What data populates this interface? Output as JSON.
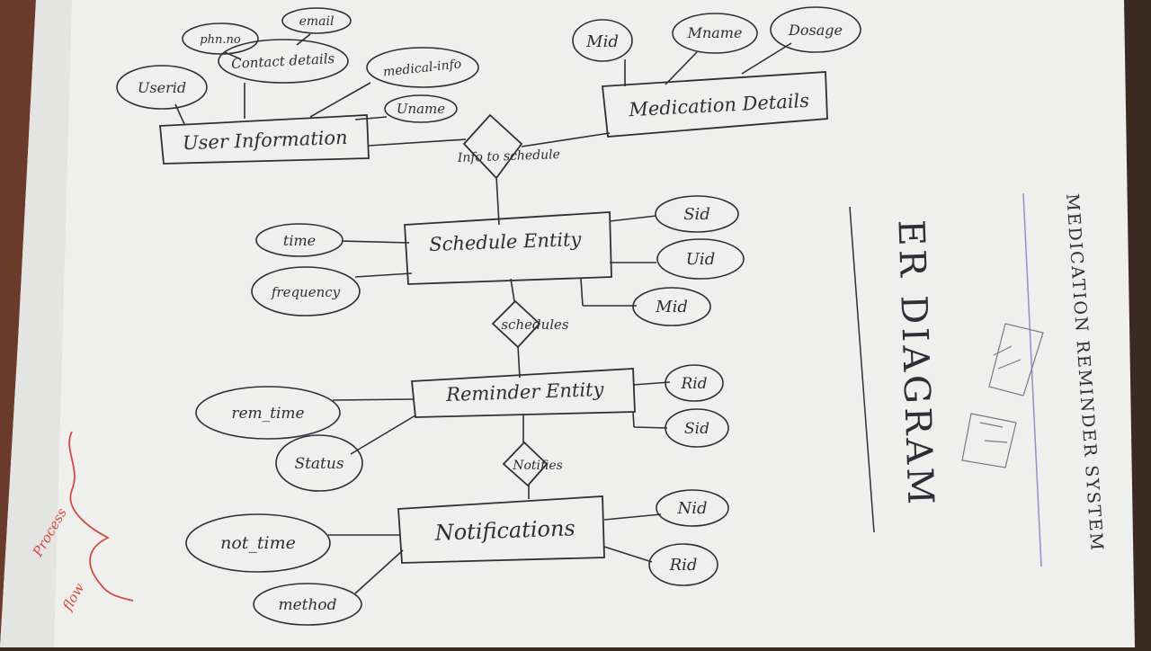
{
  "colors": {
    "ink": "#2e2e36",
    "paper": "#f1f1f0",
    "margin_line": "#8f90c6",
    "red_ink": "#d44a3a"
  },
  "entities": {
    "user_information": "User Information",
    "medication_details": "Medication Details",
    "schedule_entity": "Schedule Entity",
    "reminder_entity": "Reminder Entity",
    "notifications": "Notifications"
  },
  "relationships": {
    "info_to_schedule": "Info to schedule",
    "schedules": "schedules",
    "notifies": "Notifies"
  },
  "attributes": {
    "user_information": [
      "Userid",
      "phn.no",
      "email",
      "Contact details",
      "medical-info",
      "Uname"
    ],
    "medication_details": [
      "Mid",
      "Mname",
      "Dosage"
    ],
    "schedule_entity": [
      "time",
      "frequency",
      "Sid",
      "Uid",
      "Mid"
    ],
    "reminder_entity": [
      "rem_time",
      "Status",
      "Rid",
      "Sid"
    ],
    "notifications": [
      "not_time",
      "method",
      "Nid",
      "Rid"
    ]
  },
  "side_title": {
    "diagram_type": "ER DIAGRAM",
    "system_name": "MEDICATION REMINDER SYSTEM"
  },
  "margin_note": {
    "line1": "Process",
    "line2": "flow"
  }
}
